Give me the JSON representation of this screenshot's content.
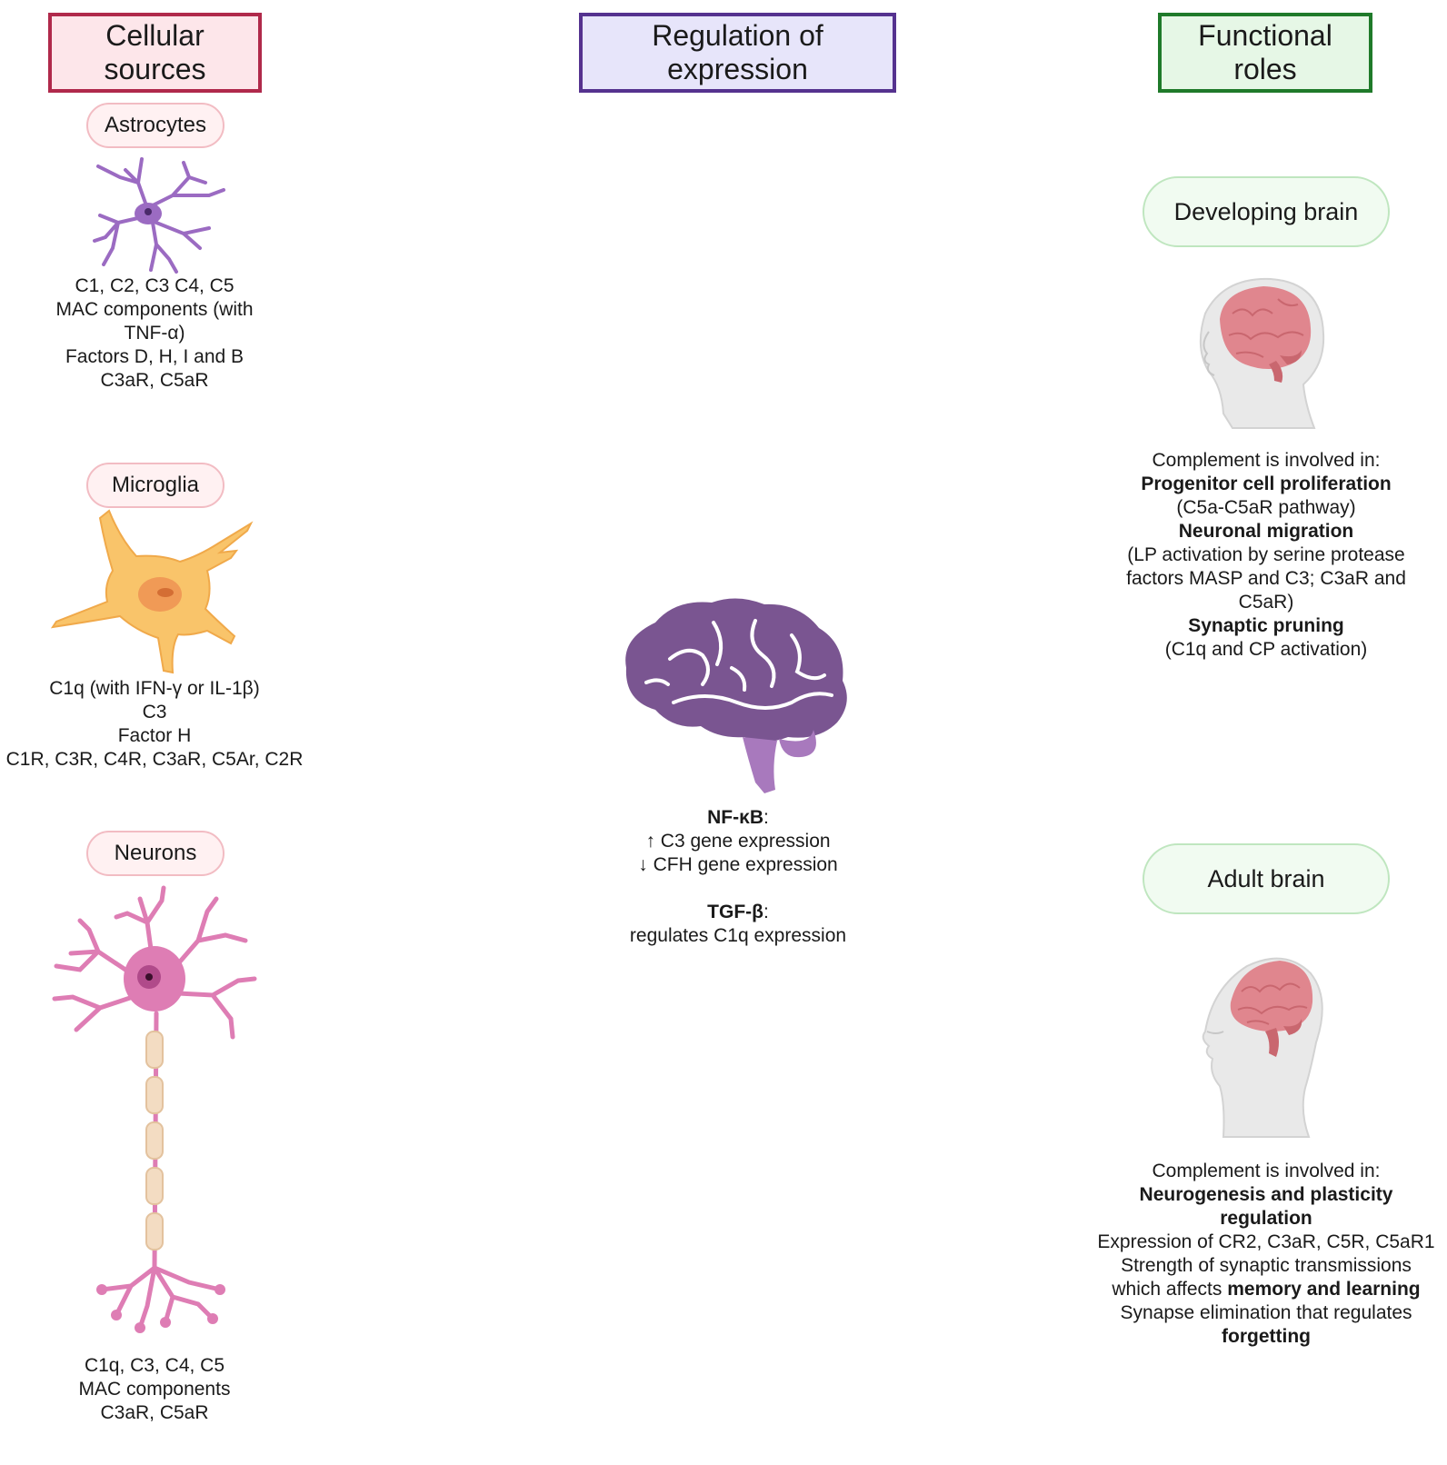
{
  "headers": {
    "cellular": "Cellular\nsources",
    "regulation": "Regulation of\nexpression",
    "functional": "Functional\nroles"
  },
  "cells": {
    "astrocytes": {
      "label": "Astrocytes",
      "lines": [
        "C1, C2, C3 C4, C5",
        "MAC components (with",
        "TNF-α)",
        "Factors D, H, I and B",
        "C3aR, C5aR"
      ]
    },
    "microglia": {
      "label": "Microglia",
      "lines": [
        "C1q (with IFN-γ or IL-1β)",
        "C3",
        "Factor H",
        "C1R, C3R, C4R, C3aR, C5Ar, C2R"
      ]
    },
    "neurons": {
      "label": "Neurons",
      "lines": [
        "C1q, C3, C4, C5",
        "MAC components",
        "C3aR, C5aR"
      ]
    }
  },
  "regulation": {
    "nfkb_title": "NF-κB",
    "colon": ":",
    "nfkb_line1": "↑ C3 gene expression",
    "nfkb_line2": "↓ CFH gene expression",
    "tgfb_title": "TGF-β",
    "tgfb_line1": "regulates C1q expression"
  },
  "functional": {
    "developing": {
      "label": "Developing brain",
      "intro": "Complement is involved in:",
      "l1": "Progenitor cell proliferation",
      "l2": "(C5a-C5aR pathway)",
      "l3": "Neuronal migration",
      "l4": "(LP activation by serine protease",
      "l5": "factors MASP and C3; C3aR and",
      "l6": "C5aR)",
      "l7": "Synaptic pruning",
      "l8": "(C1q and CP activation)"
    },
    "adult": {
      "label": "Adult brain",
      "intro": "Complement is involved in:",
      "l1": "Neurogenesis and plasticity",
      "l2": "regulation",
      "l3": "Expression of CR2, C3aR, C5R, C5aR1",
      "l4": "Strength of synaptic transmissions",
      "l5a": "which affects ",
      "l5b": "memory and learning",
      "l6": "Synapse elimination that regulates",
      "l7": "forgetting"
    }
  },
  "colors": {
    "astrocyte": "#9b6bc2",
    "microglia": "#f9c46a",
    "neuron": "#de7db4",
    "brain": "#7a5591",
    "brain_pink": "#e0868e"
  }
}
